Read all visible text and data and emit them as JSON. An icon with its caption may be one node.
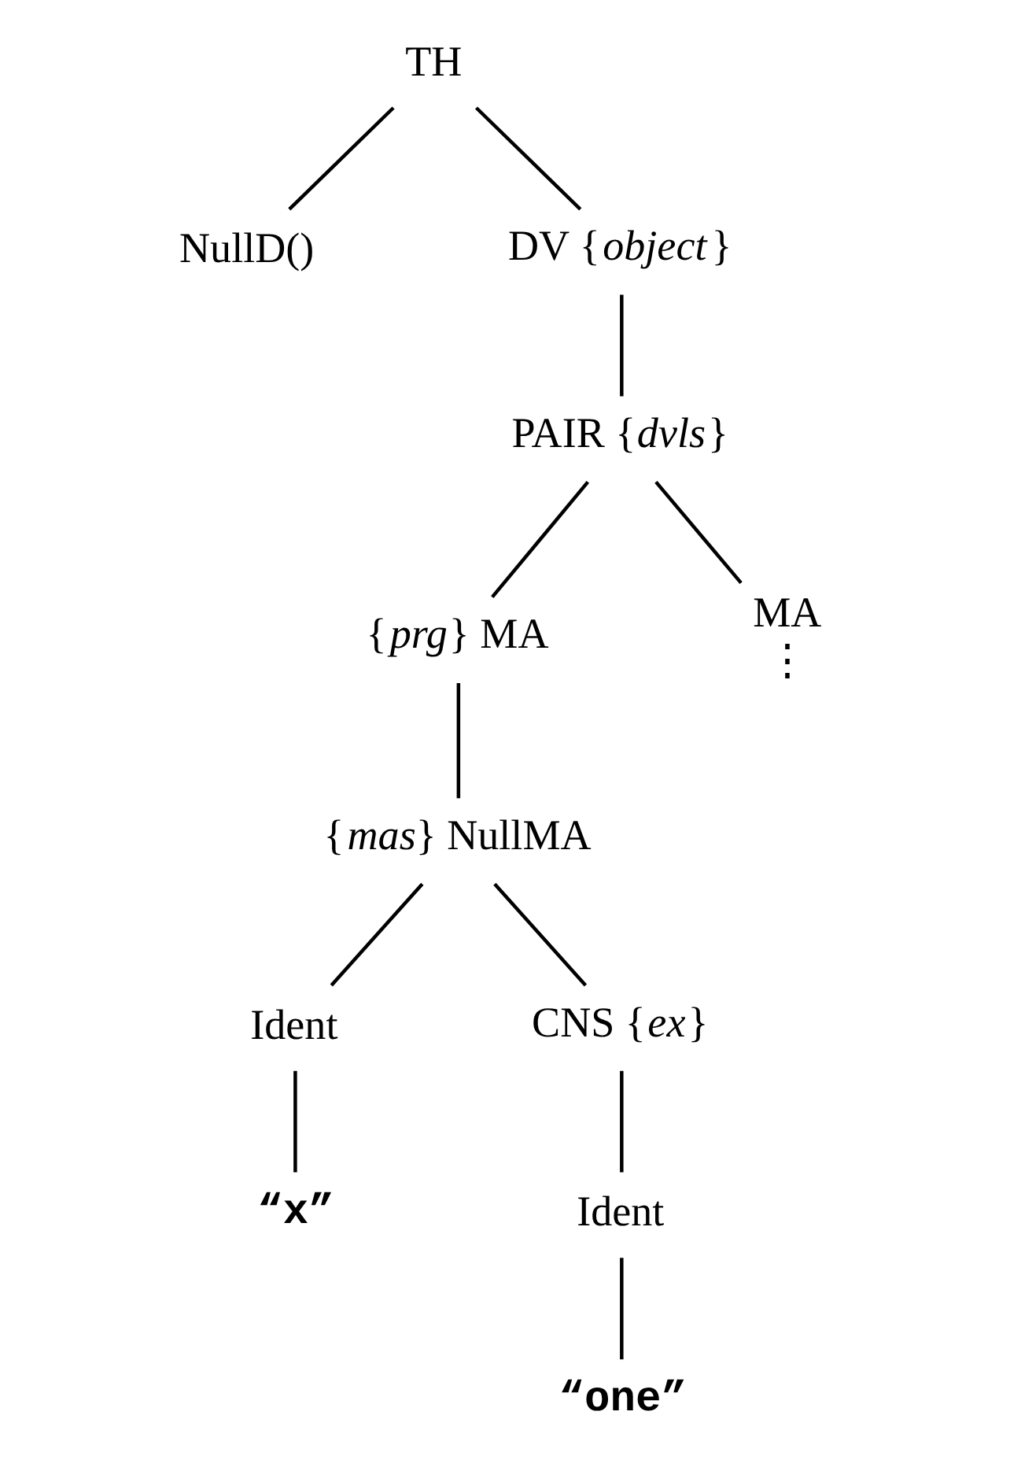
{
  "diagram": {
    "nodes": [
      {
        "text": [
          "TH"
        ]
      },
      {
        "text": [
          "NullD()"
        ]
      },
      {
        "text": [
          "DV {*object*}"
        ]
      },
      {
        "text": [
          "PAIR {*dvls*}"
        ]
      },
      {
        "text": [
          "{*prg*} MA"
        ]
      },
      {
        "text": [
          "MA"
        ],
        "beside": [
          "⋮"
        ]
      },
      {
        "text": [
          "{*mas*} NullMA"
        ]
      },
      {
        "text": [
          "Ident"
        ]
      },
      {
        "text": [
          "CNS {*ex*}"
        ]
      },
      {
        "text": [
          "“x”"
        ]
      },
      {
        "text": [
          "Ident"
        ]
      },
      {
        "text": [
          "“one”"
        ]
      }
    ],
    "edges": [
      {
        "from": 0,
        "to": 1,
        "arrow": "none"
      },
      {
        "from": 0,
        "to": 2,
        "arrow": "none"
      },
      {
        "from": 2,
        "to": 3,
        "arrow": "none"
      },
      {
        "from": 3,
        "to": 4,
        "arrow": "none"
      },
      {
        "from": 3,
        "to": 5,
        "arrow": "none"
      },
      {
        "from": 4,
        "to": 6,
        "arrow": "none"
      },
      {
        "from": 6,
        "to": 7,
        "arrow": "none"
      },
      {
        "from": 6,
        "to": 8,
        "arrow": "none"
      },
      {
        "from": 7,
        "to": 9,
        "arrow": "none"
      },
      {
        "from": 8,
        "to": 10,
        "arrow": "none"
      },
      {
        "from": 10,
        "to": 11,
        "arrow": "none"
      }
    ]
  }
}
